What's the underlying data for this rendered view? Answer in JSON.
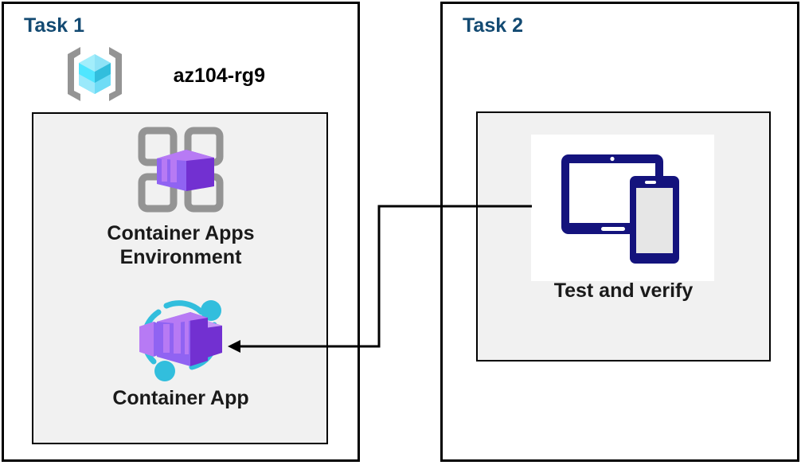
{
  "diagram": {
    "title_color": "#134A72",
    "panel_border_color": "#000000",
    "group_fill": "#f1f1f1"
  },
  "task1": {
    "title": "Task 1",
    "resource_group": {
      "icon": "resource-group-cube-icon",
      "name": "az104-rg9"
    },
    "nodes": [
      {
        "icon": "container-apps-environment-icon",
        "caption": "Container Apps\nEnvironment"
      },
      {
        "icon": "container-app-icon",
        "caption": "Container App"
      }
    ]
  },
  "task2": {
    "title": "Task 2",
    "nodes": [
      {
        "icon": "devices-tablet-phone-icon",
        "caption": "Test and verify"
      }
    ]
  },
  "connector": {
    "name": "test-to-container-app-arrow",
    "from": "Test and verify",
    "to": "Container App",
    "direction": "right-to-left",
    "arrowhead": "left",
    "color": "#000000"
  },
  "colors": {
    "azure_blue": "#134A72",
    "cube_cyan_light": "#A3EEFB",
    "cube_cyan": "#50E6FF",
    "cube_cyan_dark": "#32BEDD",
    "bracket_gray": "#949494",
    "container_purple_light": "#B77AF4",
    "container_purple": "#9063F2",
    "container_purple_dark": "#7230D1",
    "orbit_cyan": "#32BEDD",
    "device_navy": "#14137D",
    "grid_gray": "#949494"
  }
}
